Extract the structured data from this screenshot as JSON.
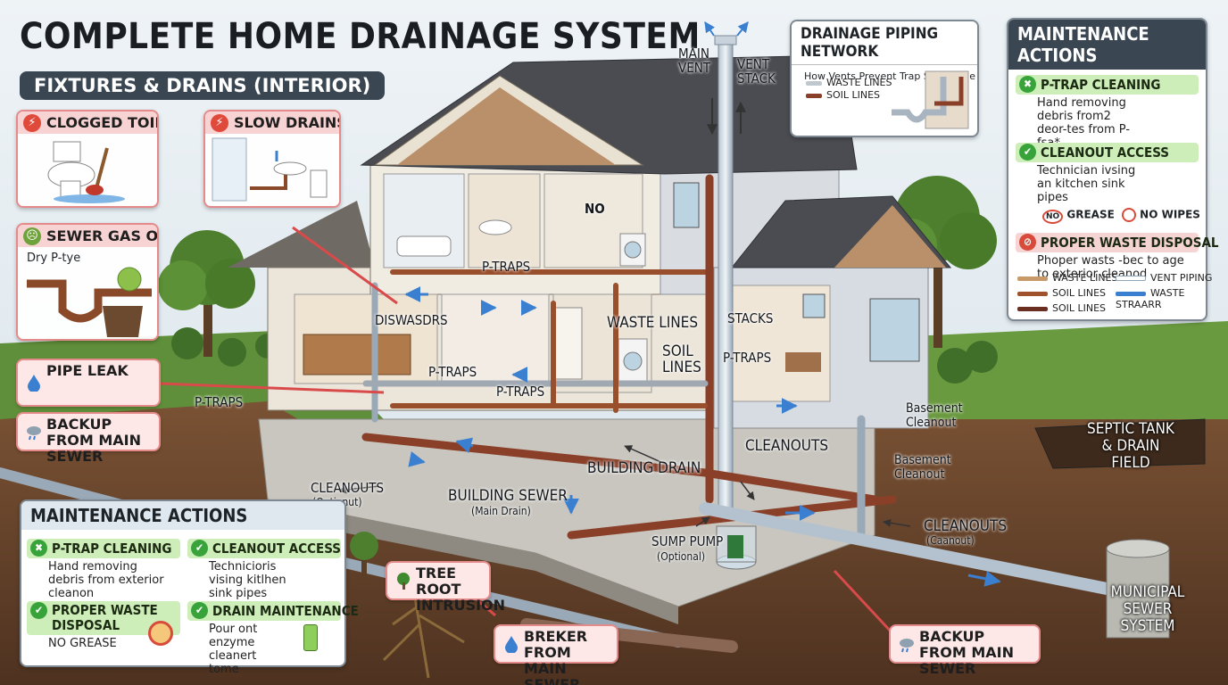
{
  "title": "COMPLETE HOME DRAINAGE SYSTEM",
  "fixtures_section": "FIXTURES & DRAINS (INTERIOR)",
  "issues": {
    "clogged_toilet": "CLOGGED TOILET",
    "slow_drains": "SLOW DRAINS",
    "sewer_gas": "SEWER GAS ODOR",
    "sewer_gas_note": "Dry P-tye",
    "pipe_leak": "PIPE LEAK",
    "backup_left": "BACKUP FROM MAIN SEWER",
    "tree_root": "TREE ROOT INTRUSION",
    "breaker": "BREKER FROM MAIN SEWER",
    "backup_right": "BACKUP FROM MAIN SEWER"
  },
  "house_labels": {
    "main_vent": "MAIN VENT",
    "vent_stack": "VENT STACK",
    "no_sign": "NO",
    "p_traps_upper": "P-TRAPS",
    "diswasdrs": "DISWASDRS",
    "waste_lines": "WASTE LINES",
    "stacks": "STACKS",
    "soil_lines": "SOIL LINES",
    "p_traps_mid": "P-TRAPS",
    "p_traps_kitchen": "P-TRAPS",
    "p_traps_floor": "P-TRAPS",
    "p_traps_left": "P-TRAPS",
    "cleanouts_mid": "CLEANOUTS",
    "building_drain": "BUILDING DRAIN",
    "basement_cleanout_1": "Basement Cleanout",
    "basement_cleanout_2": "Basement Cleanout",
    "cleanouts_left": "CLEANOUTS",
    "cleanouts_left_sub": "(Optionut)",
    "building_sewer": "BUILDING SEWER",
    "building_sewer_sub": "(Main Drain)",
    "sump_pump": "SUMP PUMP",
    "sump_pump_sub": "(Optional)",
    "cleanouts_right": "CLEANOUTS",
    "cleanouts_right_sub": "(Caanout)",
    "septic": "SEPTIC TANK & DRAIN FIELD",
    "municipal": "MUNICIPAL SEWER SYSTEM"
  },
  "piping_panel": {
    "title": "DRAINAGE PIPING NETWORK",
    "subtitle": "How Vents Prevent Trap Siphonage",
    "legend": [
      "WASTE LINES",
      "SOIL LINES"
    ]
  },
  "maint_right": {
    "title": "MAINTENANCE ACTIONS",
    "items": [
      {
        "title": "P-TRAP CLEANING",
        "text": "Hand removing debris from2 deor-tes from P-fsa*"
      },
      {
        "title": "CLEANOUT ACCESS",
        "text": "Technician ivsing an kitchen sink pipes"
      },
      {
        "title": "PROPER WASTE DISPOSAL",
        "text": "Phoper wasts -bec to age to exterior cleanod"
      }
    ],
    "no_grease": "GREASE",
    "no_wipes": "NO WIPES",
    "no_prefix": "NO",
    "legend": [
      "WASTE LINES",
      "SOIL LINES",
      "SOIL LINES",
      "VENT PIPING",
      "WASTE STRAARR"
    ]
  },
  "maint_left": {
    "title": "MAINTENANCE ACTIONS",
    "items": [
      {
        "title": "P-TRAP CLEANING",
        "text": "Hand removing debris from exterior cleanon"
      },
      {
        "title": "CLEANOUT ACCESS",
        "text": "Technicioris vising kitlhen sink pipes"
      },
      {
        "title": "PROPER WASTE DISPOSAL",
        "text": "NO GREASE"
      },
      {
        "title": "DRAIN MAINTENANCE",
        "text": "Pour ont enzyme cleanert tome"
      }
    ]
  },
  "colors": {
    "waste": "#a0522d",
    "soil": "#7a3c2a",
    "vent": "#9fb4c7",
    "water_arrow": "#3a7fd0",
    "alert_red": "#e04a3a",
    "check_green": "#38a33a",
    "panel_dark": "#3a4652"
  }
}
